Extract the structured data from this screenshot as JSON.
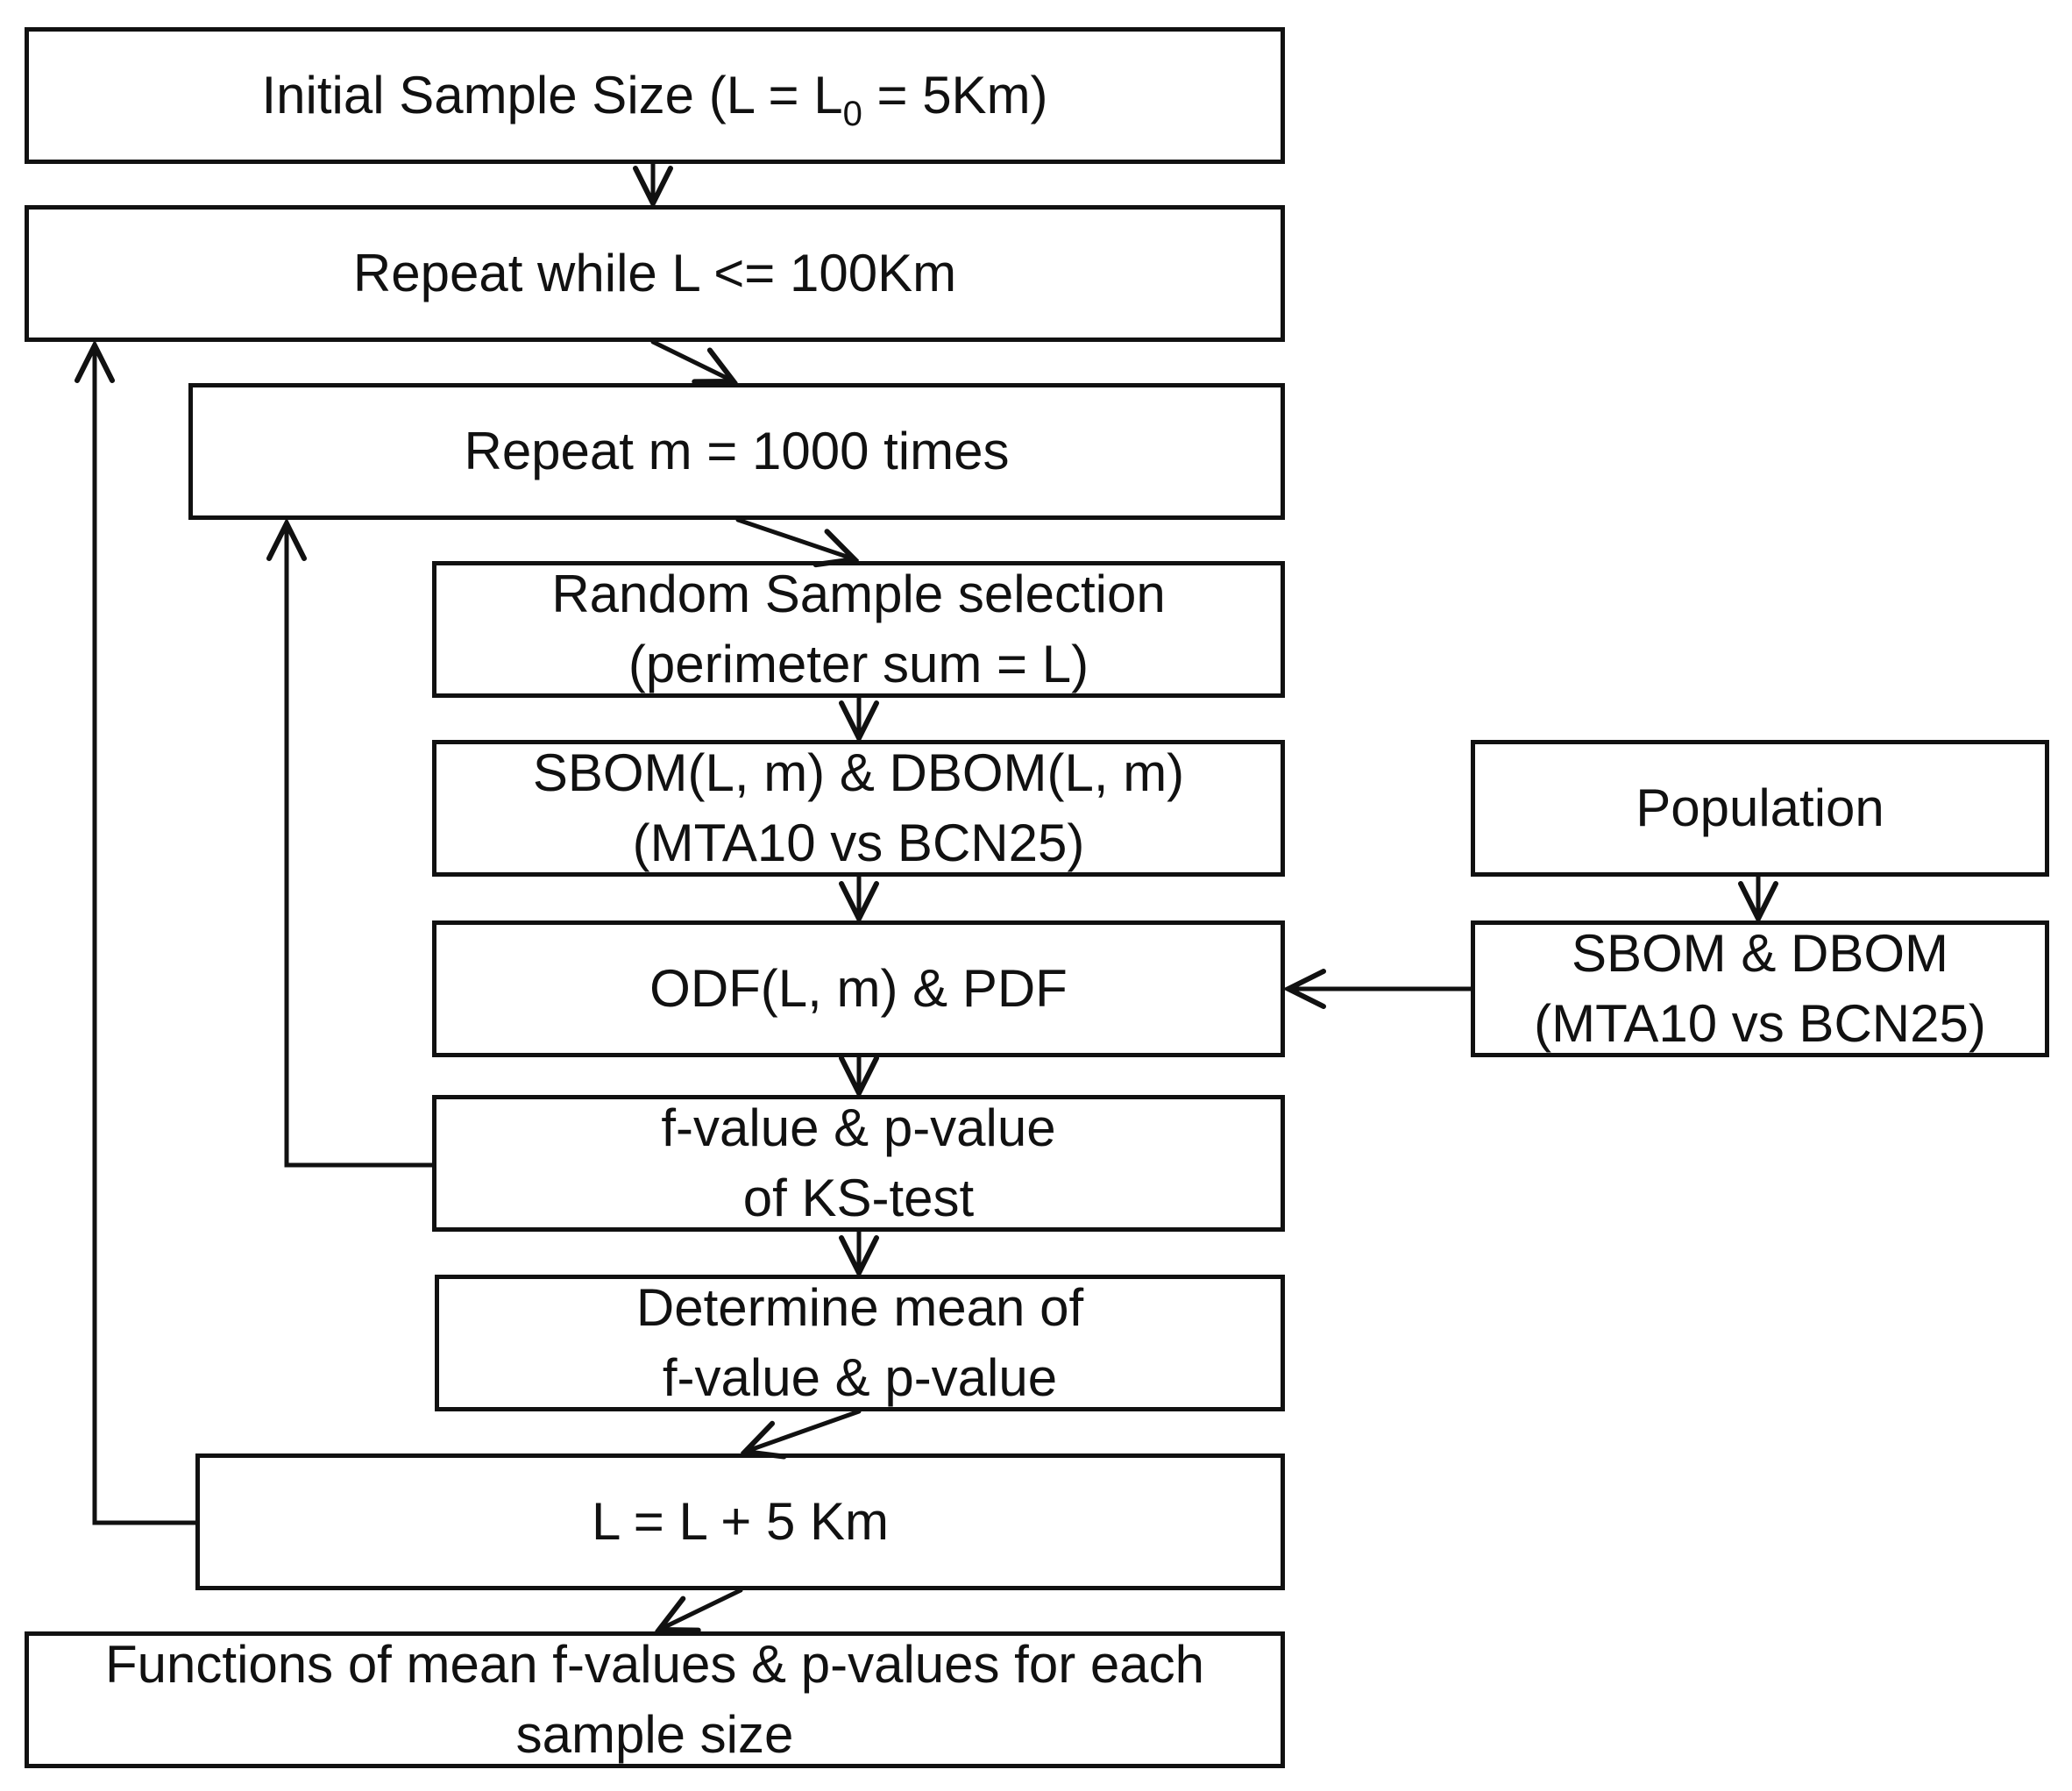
{
  "nodes": {
    "initial": {
      "prefix": "Initial Sample Size (L = L",
      "subscript": "0",
      "suffix": " = 5Km)"
    },
    "repeat_outer": {
      "label": "Repeat while L <= 100Km"
    },
    "repeat_inner": {
      "label": "Repeat m = 1000 times"
    },
    "random_sample": {
      "line1": "Random Sample selection",
      "line2": "(perimeter sum = L)"
    },
    "sbom_dbom_lm": {
      "line1": "SBOM(L, m) & DBOM(L, m)",
      "line2": "(MTA10 vs BCN25)"
    },
    "odf_pdf": {
      "label": "ODF(L, m) & PDF"
    },
    "ks_test": {
      "line1": "f-value & p-value",
      "line2": "of KS-test"
    },
    "mean": {
      "line1": "Determine mean of",
      "line2": "f-value & p-value"
    },
    "increment": {
      "label": "L = L + 5 Km"
    },
    "functions": {
      "line1": "Functions of mean f-values & p-values for each",
      "line2": "sample size"
    },
    "population": {
      "label": "Population"
    },
    "sbom_dbom_pop": {
      "line1": "SBOM & DBOM",
      "line2": "(MTA10 vs BCN25)"
    }
  },
  "edges": [
    {
      "from": "initial",
      "to": "repeat_outer"
    },
    {
      "from": "repeat_outer",
      "to": "repeat_inner"
    },
    {
      "from": "repeat_inner",
      "to": "random_sample"
    },
    {
      "from": "random_sample",
      "to": "sbom_dbom_lm"
    },
    {
      "from": "sbom_dbom_lm",
      "to": "odf_pdf"
    },
    {
      "from": "odf_pdf",
      "to": "ks_test"
    },
    {
      "from": "ks_test",
      "to": "mean"
    },
    {
      "from": "mean",
      "to": "increment"
    },
    {
      "from": "increment",
      "to": "functions"
    },
    {
      "from": "population",
      "to": "sbom_dbom_pop"
    },
    {
      "from": "sbom_dbom_pop",
      "to": "odf_pdf"
    },
    {
      "from": "ks_test",
      "to": "repeat_inner",
      "kind": "loop"
    },
    {
      "from": "increment",
      "to": "repeat_outer",
      "kind": "loop"
    }
  ],
  "colors": {
    "stroke": "#111111",
    "fill": "#ffffff"
  }
}
